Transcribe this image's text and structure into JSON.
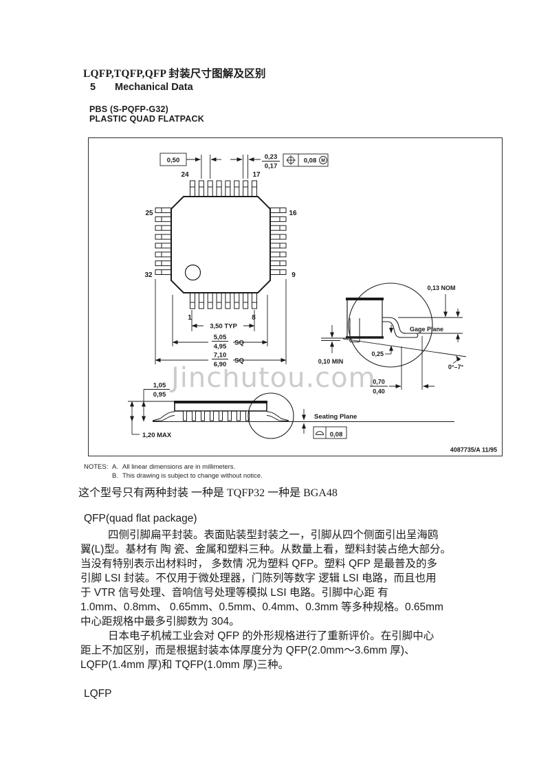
{
  "header": {
    "doc_title": "LQFP,TQFP,QFP 封装尺寸图解及区别",
    "section_number": "5",
    "section_title": "Mechanical Data",
    "package_code": "PBS (S-PQFP-G32)",
    "package_type": "PLASTIC QUAD FLATPACK"
  },
  "figure": {
    "watermark": "Jinchutou.com",
    "doc_number": "4087735/A 11/95",
    "pins": {
      "top_left": "24",
      "top_right": "17",
      "left_top": "25",
      "left_bottom": "32",
      "right_top": "16",
      "right_bottom": "9",
      "bottom_left": "1",
      "bottom_right": "8"
    },
    "dims": {
      "pitch": "0,50",
      "lead_width_max": "0,23",
      "lead_width_min": "0,17",
      "true_position_tol": "0,08",
      "material_condition": "M",
      "span_pins_typ": "3,50 TYP",
      "body_sq_max": "5,05",
      "body_sq_min": "4,95",
      "body_sq_label": "SQ",
      "overall_sq_max": "7,10",
      "overall_sq_min": "6,90",
      "overall_sq_label": "SQ",
      "body_thickness_max": "1,05",
      "body_thickness_min": "0,95",
      "height_max": "1,20 MAX",
      "seating_plane_label": "Seating Plane",
      "seating_flatness": "0,08",
      "lead_nom": "0,13 NOM",
      "gage_plane_label": "Gage Plane",
      "gage_offset": "0,25",
      "lead_angle": "0°–7°",
      "foot_length_max": "0,70",
      "foot_length_min": "0,40",
      "standoff_min": "0,10 MIN"
    }
  },
  "notes": {
    "label": "NOTES:",
    "items": [
      {
        "id": "A.",
        "text": "All linear dimensions are in millimeters."
      },
      {
        "id": "B.",
        "text": "This drawing is subject to change without notice."
      }
    ]
  },
  "body_text": {
    "package_variants_line": "这个型号只有两种封装 一种是 TQFP32 一种是 BGA48",
    "qfp_heading": "QFP(quad flat package)",
    "paragraph_lines": [
      "四侧引脚扁平封装。表面贴装型封装之一，引脚从四个侧面引出呈海鸥",
      "翼(L)型。基材有 陶 瓷、金属和塑料三种。从数量上看，塑料封装占绝大部分。",
      "当没有特别表示出材料时， 多数情 况为塑料 QFP。塑料 QFP 是最普及的多",
      "引脚 LSI 封装。不仅用于微处理器，门陈列等数字 逻辑 LSI 电路，而且也用",
      "于 VTR 信号处理、音响信号处理等模拟 LSI 电路。引脚中心距 有",
      "1.0mm、0.8mm、 0.65mm、0.5mm、0.4mm、0.3mm 等多种规格。0.65mm",
      "中心距规格中最多引脚数为 304。",
      "日本电子机械工业会对 QFP 的外形规格进行了重新评价。在引脚中心",
      "距上不加区别，而是根据封装本体厚度分为 QFP(2.0mm～3.6mm 厚)、",
      "LQFP(1.4mm 厚)和 TQFP(1.0mm 厚)三种。"
    ],
    "lqfp_heading": "LQFP"
  }
}
